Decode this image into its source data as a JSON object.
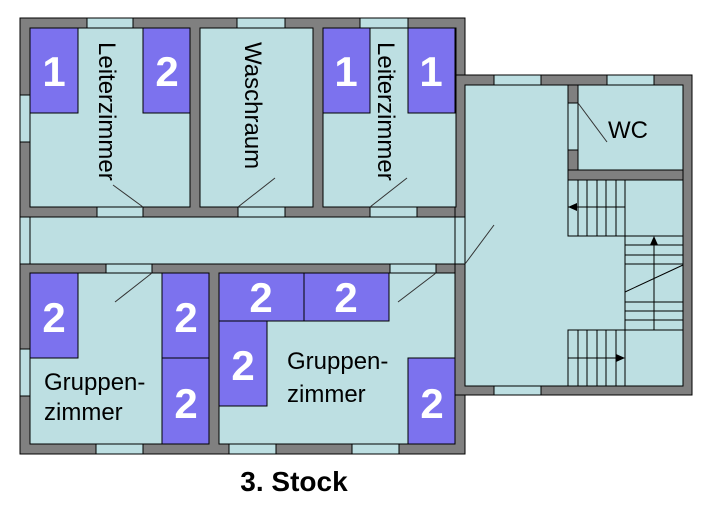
{
  "title": "3. Stock",
  "colors": {
    "wall": "#808080",
    "floor": "#bddfe2",
    "bed": "#7c72ee",
    "bed_text": "#ffffff"
  },
  "rooms": {
    "leiterzimmer_left": {
      "label": "Leiterzimmer",
      "beds": [
        "1",
        "2"
      ]
    },
    "waschraum": {
      "label": "Waschraum"
    },
    "leiterzimmer_right": {
      "label": "Leiterzimmer",
      "beds": [
        "1",
        "1"
      ]
    },
    "wc": {
      "label": "WC"
    },
    "gruppenzimmer_left": {
      "label_line1": "Gruppen-",
      "label_line2": "zimmer",
      "beds": [
        "2",
        "2",
        "2"
      ]
    },
    "gruppenzimmer_right": {
      "label_line1": "Gruppen-",
      "label_line2": "zimmer",
      "beds": [
        "2",
        "2",
        "2",
        "2"
      ]
    }
  }
}
